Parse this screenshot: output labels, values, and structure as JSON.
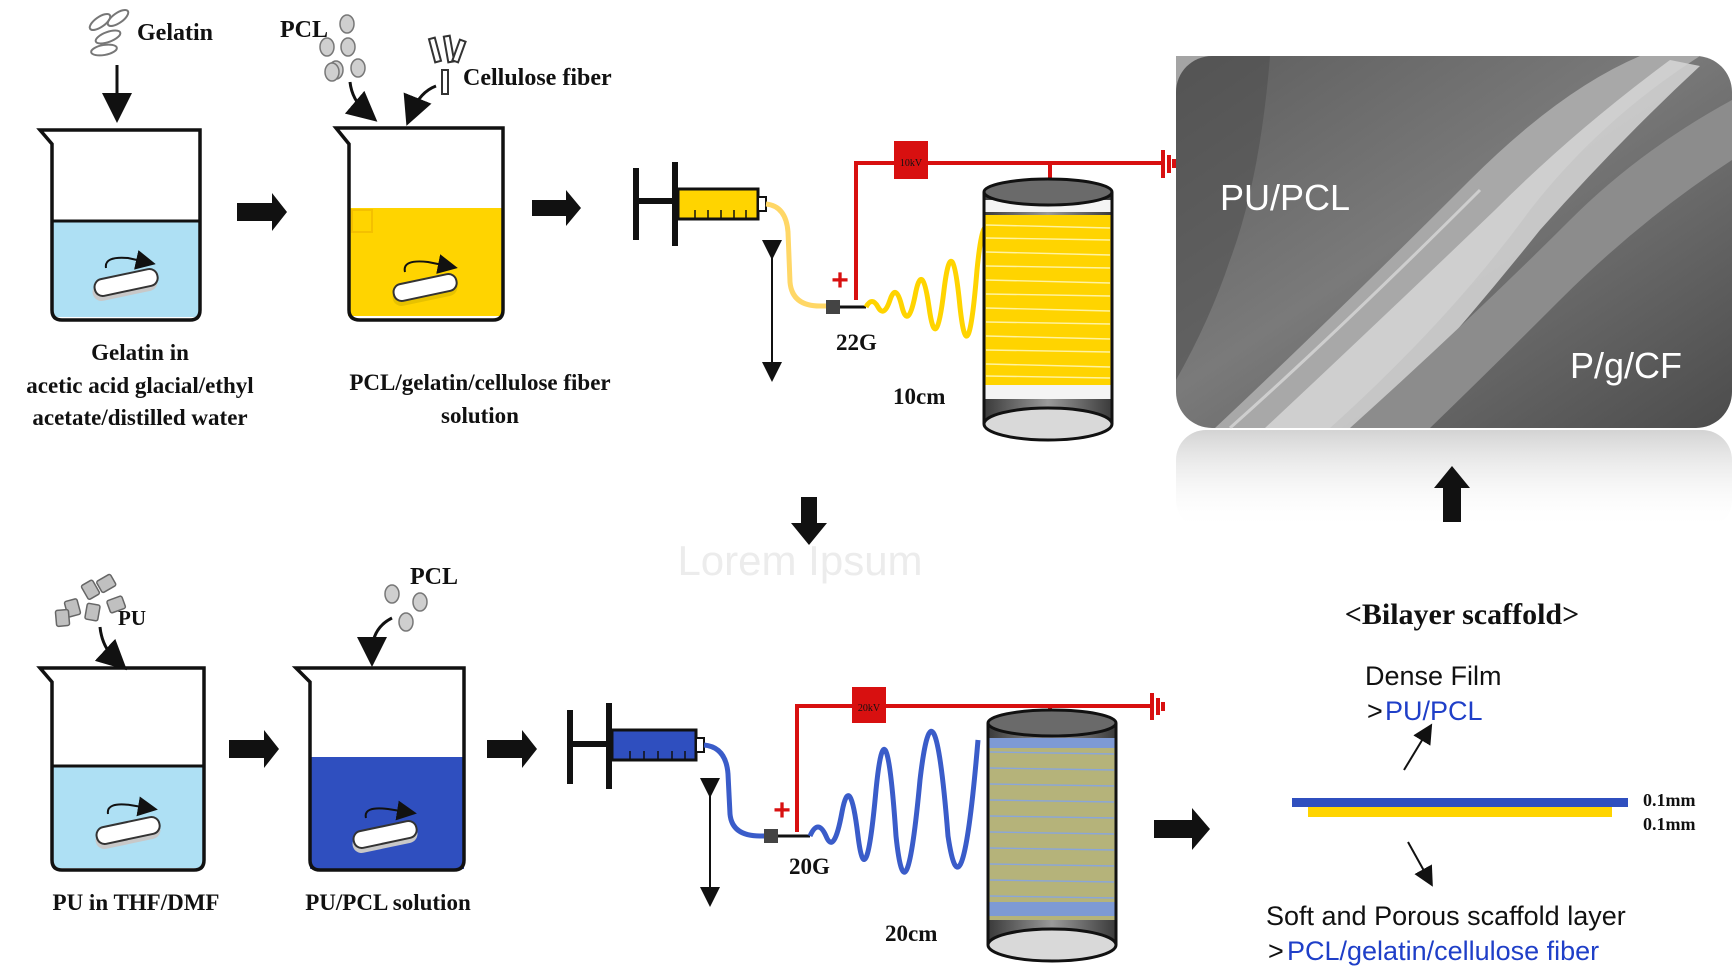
{
  "top": {
    "gelatin_label": "Gelatin",
    "pcl_label": "PCL",
    "cellulose_label": "Cellulose fiber",
    "beaker1_caption": [
      "Gelatin in",
      "acetic acid glacial/ethyl",
      "acetate/distilled water"
    ],
    "beaker2_caption": [
      "PCL/gelatin/cellulose fiber",
      "solution"
    ],
    "needle_gauge": "22G",
    "distance": "10cm",
    "voltage": "10kV",
    "plus_sign": "+"
  },
  "sem": {
    "label_top": "PU/PCL",
    "label_bottom": "P/g/CF"
  },
  "bottom": {
    "pu_label": "PU",
    "pcl_label": "PCL",
    "beaker1_caption": "PU in THF/DMF",
    "beaker2_caption": "PU/PCL solution",
    "needle_gauge": "20G",
    "distance": "20cm",
    "voltage": "20kV",
    "plus_sign": "+"
  },
  "scaffold": {
    "title": "<Bilayer scaffold>",
    "dense_title": "Dense Film",
    "dense_sub_prefix": ">",
    "dense_sub": "PU/PCL",
    "thickness_top": "0.1mm",
    "thickness_bottom": "0.1mm",
    "soft_title": "Soft and Porous scaffold layer",
    "soft_sub_prefix": ">",
    "soft_sub": "PCL/gelatin/cellulose fiber"
  },
  "watermark": "Lorem Ipsum",
  "colors": {
    "blue_light": "#aee0f4",
    "yellow": "#ffd400",
    "blue_dark": "#2f4fbf",
    "red": "#d81010",
    "label_blue": "#1f3fc8"
  }
}
